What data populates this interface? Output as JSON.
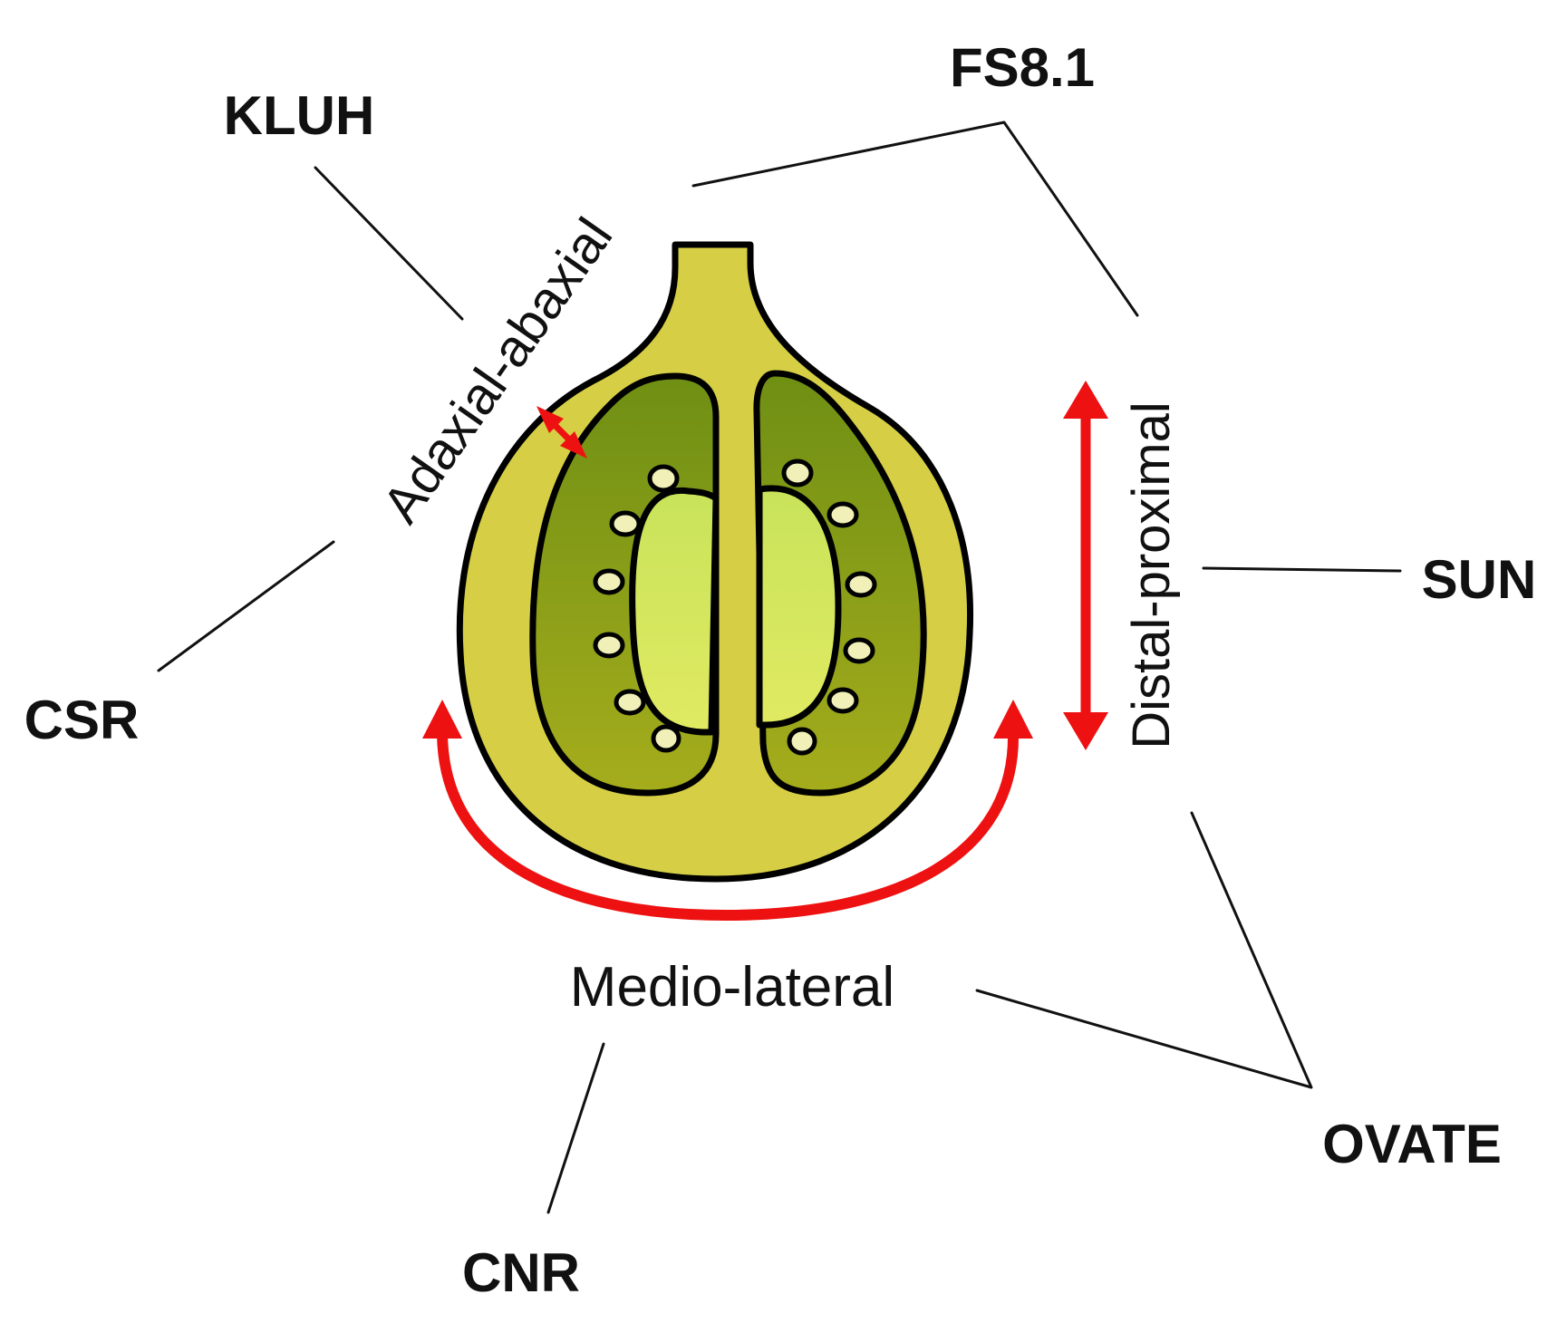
{
  "genes": {
    "fs81": "FS8.1",
    "kluh": "KLUH",
    "csr": "CSR",
    "sun": "SUN",
    "ovate": "OVATE",
    "cnr": "CNR"
  },
  "axes": {
    "adaxial_abaxial": "Adaxial-abaxial",
    "distal_proximal": "Distal-proximal",
    "medio_lateral": "Medio-lateral"
  },
  "colors": {
    "fruit_outer": "#d6cf45",
    "locule": "#8ea11a",
    "placenta": "#cfe55a",
    "seed": "#f0f0b8",
    "arrow": "#ee1111",
    "outline": "#000000"
  }
}
